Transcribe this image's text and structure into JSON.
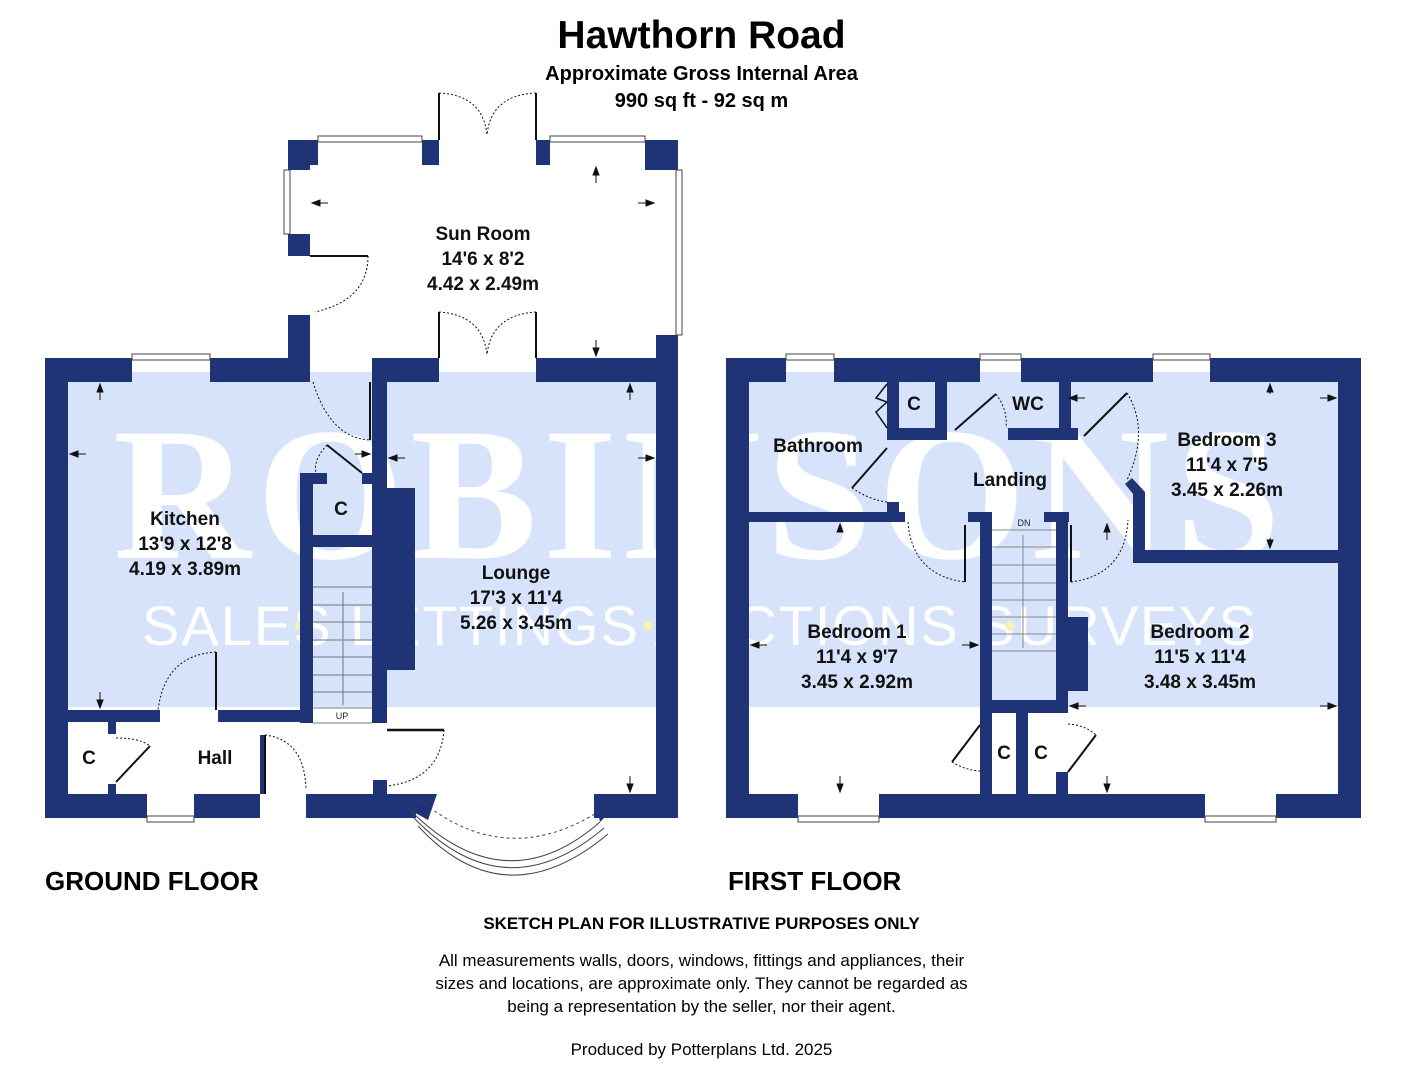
{
  "header": {
    "title": "Hawthorn Road",
    "area_label": "Approximate Gross Internal Area",
    "area_value": "990 sq ft - 92 sq m"
  },
  "watermark": {
    "brand": "ROBINSONS",
    "services": "SALES • LETTINGS • AUCTIONS • SURVEYS"
  },
  "colors": {
    "wall": "#1f3476",
    "room_fill": "#d6e3fb",
    "watermark_text": "#ffffff",
    "watermark_dot": "#f5efb8"
  },
  "ground_floor": {
    "label": "GROUND FLOOR",
    "stairs_label": "UP",
    "rooms": [
      {
        "name": "Sun Room",
        "imperial": "14'6 x 8'2",
        "metric": "4.42 x 2.49m"
      },
      {
        "name": "Kitchen",
        "imperial": "13'9 x 12'8",
        "metric": "4.19 x 3.89m"
      },
      {
        "name": "Lounge",
        "imperial": "17'3 x 11'4",
        "metric": "5.26 x 3.45m"
      },
      {
        "name": "Hall"
      },
      {
        "name": "C"
      },
      {
        "name": "C"
      }
    ]
  },
  "first_floor": {
    "label": "FIRST FLOOR",
    "stairs_label": "DN",
    "rooms": [
      {
        "name": "Bathroom"
      },
      {
        "name": "C"
      },
      {
        "name": "WC"
      },
      {
        "name": "Landing"
      },
      {
        "name": "Bedroom 3",
        "imperial": "11'4 x 7'5",
        "metric": "3.45 x 2.26m"
      },
      {
        "name": "Bedroom 1",
        "imperial": "11'4 x 9'7",
        "metric": "3.45 x 2.92m"
      },
      {
        "name": "Bedroom 2",
        "imperial": "11'5 x 11'4",
        "metric": "3.48 x 3.45m"
      },
      {
        "name": "C"
      },
      {
        "name": "C"
      }
    ]
  },
  "footer": {
    "heading": "SKETCH PLAN FOR ILLUSTRATIVE PURPOSES ONLY",
    "disclaimer_lines": [
      "All measurements walls, doors, windows, fittings and appliances, their",
      "sizes and locations, are approximate only. They cannot be regarded as",
      "being a representation by the seller, nor their agent."
    ],
    "produced_by": "Produced by Potterplans Ltd. 2025"
  }
}
